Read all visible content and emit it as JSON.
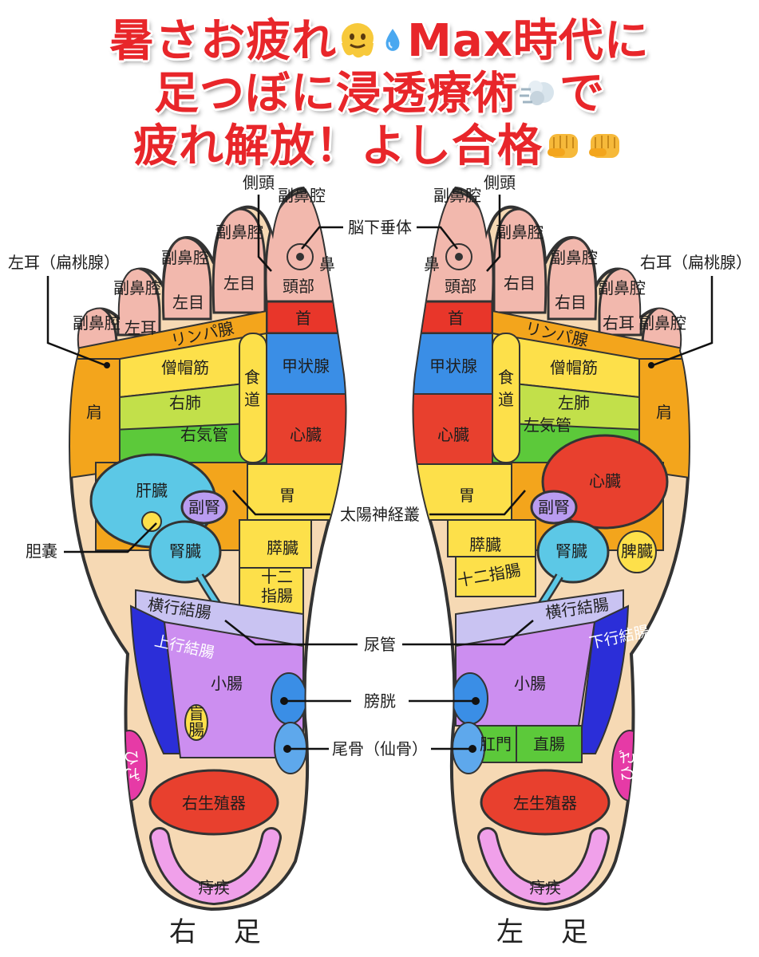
{
  "headline": {
    "line1_a": "暑さお疲れ",
    "line1_b": "Max時代に",
    "line2_a": "足つぼに浸透療術",
    "line2_b": "で",
    "line3": "疲れ解放！よし合格",
    "emoji_melting": "melting-face-icon",
    "emoji_droplet": "droplet-icon",
    "emoji_dash": "dash-icon",
    "emoji_fist": "fist-icon"
  },
  "center_labels": {
    "pituitary": "脳下垂体",
    "solar_plexus": "太陽神経叢",
    "ureter": "尿管",
    "bladder": "膀胱",
    "coccyx": "尾骨（仙骨）"
  },
  "right_foot": {
    "name": "右 足",
    "temporal": "側頭",
    "ear": "左耳（扁桃腺）",
    "gallbladder": "胆嚢",
    "zones": {
      "sinus": "副鼻腔",
      "nose": "鼻",
      "head": "頭部",
      "neck": "首",
      "eye": "左目",
      "ear_zone": "左耳",
      "lymph": "リンパ腺",
      "trapezius": "僧帽筋",
      "lung": "右肺",
      "bronchus": "右気管",
      "esophagus": "食道",
      "thyroid": "甲状腺",
      "heart": "心臓",
      "shoulder": "肩",
      "liver": "肝臓",
      "adrenal": "副腎",
      "stomach": "胃",
      "kidney": "腎臓",
      "pancreas": "膵臓",
      "duodenum": "十二指腸",
      "transverse_colon": "横行結腸",
      "ascending_colon": "上行結腸",
      "small_intestine": "小腸",
      "appendix": "盲腸",
      "knee": "ひざ",
      "genitals": "右生殖器",
      "hemorrhoids": "痔疾"
    }
  },
  "left_foot": {
    "name": "左 足",
    "temporal": "側頭",
    "ear": "右耳（扁桃腺）",
    "zones": {
      "sinus": "副鼻腔",
      "nose": "鼻",
      "head": "頭部",
      "neck": "首",
      "eye": "右目",
      "ear_zone": "右耳",
      "lymph": "リンパ腺",
      "trapezius": "僧帽筋",
      "lung": "左肺",
      "bronchus": "左気管",
      "esophagus": "食道",
      "thyroid": "甲状腺",
      "heart": "心臓",
      "shoulder": "肩",
      "adrenal": "副腎",
      "stomach": "胃",
      "kidney": "腎臓",
      "spleen": "脾臓",
      "pancreas": "膵臓",
      "duodenum": "十二指腸",
      "transverse_colon": "横行結腸",
      "descending_colon": "下行結腸",
      "small_intestine": "小腸",
      "anus": "肛門",
      "rectum": "直腸",
      "knee": "ひざ",
      "genitals": "左生殖器",
      "hemorrhoids": "痔疾"
    }
  },
  "colors": {
    "headline_red": "#e8262a",
    "skin": "#f6d9b4",
    "toe_pink": "#f2b8ad",
    "neck_red": "#e8362a",
    "orange": "#f3a51c",
    "yellow": "#fde04a",
    "lime": "#c2e04a",
    "green": "#5cc93a",
    "thyroid_blue": "#3a8ee6",
    "heart_red": "#e8402e",
    "liver_cyan": "#5cc8e6",
    "adrenal_purple": "#b99cf0",
    "intestine_purple": "#cc8ef0",
    "colon_blue": "#2b2ed8",
    "bladder_blue": "#3a8ee6",
    "knee_magenta": "#e63aa6",
    "genital_red": "#e8402e",
    "hemorrhoid_pink": "#f0a0ea"
  }
}
